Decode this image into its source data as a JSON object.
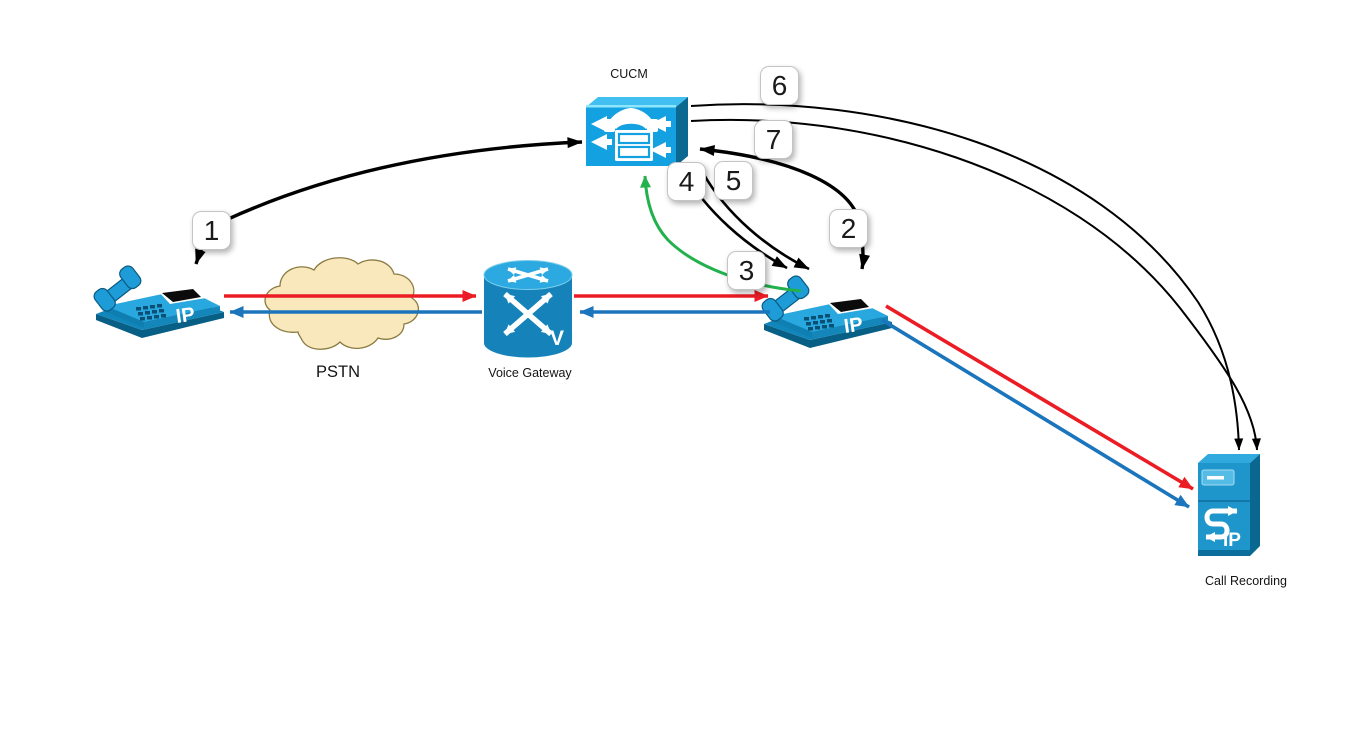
{
  "title": "CUCM built-in-bridge call recording flow diagram",
  "colors": {
    "background": "#ffffff",
    "cisco_blue": "#18A0DC",
    "cisco_blue_light": "#3BB7EC",
    "cisco_blue_dark": "#0B6890",
    "cloud_fill": "#F9E8BB",
    "cloud_stroke": "#8A7B42",
    "media_red": "#EC1C24",
    "media_blue": "#1B75BC",
    "signal_black": "#000000",
    "signal_green": "#22B14C",
    "badge_bg": "#ffffff",
    "badge_border": "#c4c4c4",
    "label_text": "#141414"
  },
  "nodes": {
    "cucm": {
      "label": "CUCM"
    },
    "phone_left": {
      "screen_text": "IP"
    },
    "phone_right": {
      "screen_text": "IP"
    },
    "pstn": {
      "label": "PSTN"
    },
    "voice_gateway": {
      "label": "Voice Gateway",
      "marking": "V"
    },
    "call_recording": {
      "label": "Call Recording",
      "marking": "IP",
      "icon_glyph": "SIP arrow loop"
    }
  },
  "steps": [
    {
      "number": "1",
      "edge": "phone_left <-> cucm",
      "style": "black curved arrow, both ends"
    },
    {
      "number": "2",
      "edge": "cucm <-> phone_right",
      "style": "black curved arrow, both ends"
    },
    {
      "number": "3",
      "edge": "phone_right -> cucm",
      "style": "green curved arrow"
    },
    {
      "number": "4",
      "edge": "cucm -> phone_right",
      "style": "black arrow"
    },
    {
      "number": "5",
      "edge": "cucm -> phone_right",
      "style": "black arrow"
    },
    {
      "number": "6",
      "edge": "cucm -> call_recording",
      "style": "thin black curved arrow"
    },
    {
      "number": "7",
      "edge": "cucm -> call_recording",
      "style": "thin black curved arrow"
    }
  ],
  "media_flows": [
    {
      "from": "phone_left",
      "to": "voice_gateway",
      "via": "pstn",
      "color": "red"
    },
    {
      "from": "voice_gateway",
      "to": "phone_left",
      "via": "pstn",
      "color": "blue"
    },
    {
      "from": "voice_gateway",
      "to": "phone_right",
      "color": "red"
    },
    {
      "from": "phone_right",
      "to": "voice_gateway",
      "color": "blue"
    },
    {
      "from": "phone_right",
      "to": "call_recording",
      "color": "red"
    },
    {
      "from": "phone_right",
      "to": "call_recording",
      "color": "blue"
    }
  ]
}
